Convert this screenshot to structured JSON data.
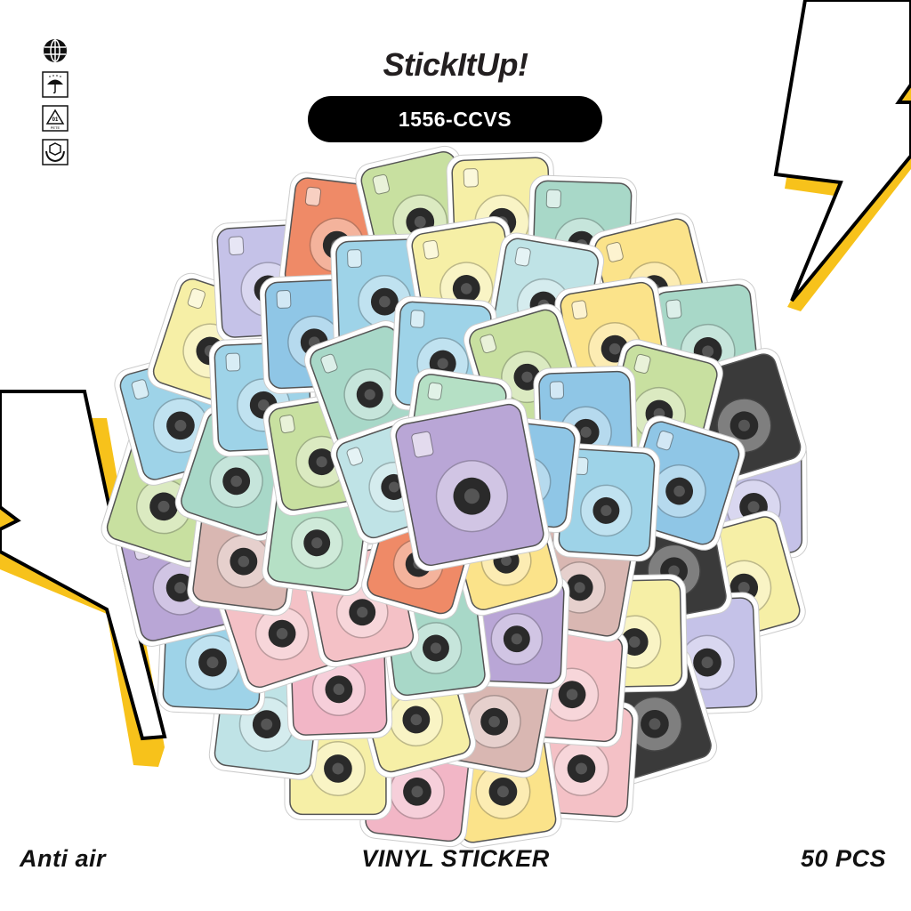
{
  "brand": {
    "name": "StickItUp!"
  },
  "product_code": "1556-CCVS",
  "info_icons": [
    "globe-icon",
    "keep-dry-umbrella-icon",
    "recycle-pete-01-icon",
    "fragile-handle-with-care-icon"
  ],
  "recycle_label": {
    "number": "01",
    "material": "PETE"
  },
  "footer": {
    "left": "Anti air",
    "center": "VINYL STICKER",
    "right": "50 PCS"
  },
  "colors": {
    "accent_yellow": "#f7c21b",
    "pill_bg": "#000000",
    "sticker_palette": [
      "#b9a6d6",
      "#f2b6c6",
      "#bfe3e6",
      "#f6efa6",
      "#ef8a67",
      "#a8d8c8",
      "#f4c1c6",
      "#9ed3e8",
      "#c5c2e8",
      "#e8e8e8",
      "#d9b7b2",
      "#b5e0c5",
      "#fbe38a",
      "#8fc6e6",
      "#3a3a3a",
      "#c8e0a0"
    ]
  }
}
